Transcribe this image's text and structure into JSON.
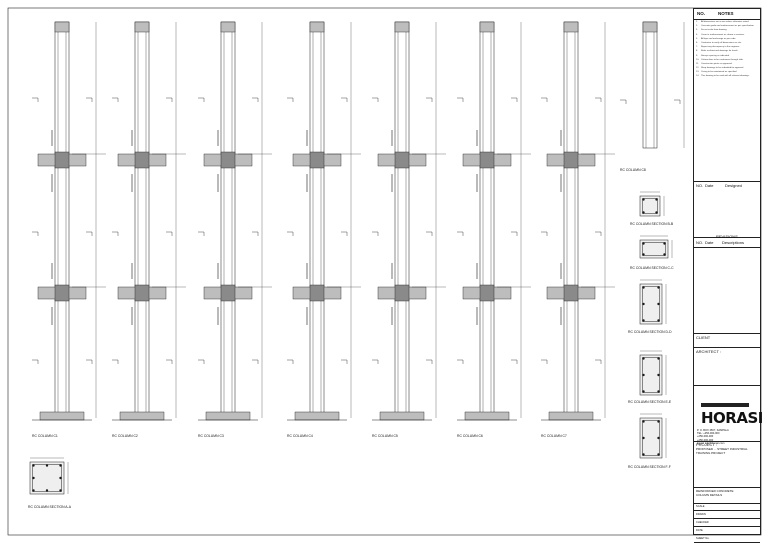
{
  "title_block": {
    "notes_header_no": "NO.",
    "notes_header": "NOTES",
    "notes": [
      "All dimensions are in mm unless otherwise noted.",
      "Concrete grade and reinforcement as per specification.",
      "Do not scale from drawing.",
      "Cover to reinforcement as shown in sections.",
      "All laps and anchorage as per code.",
      "Contractor to verify all dimensions on site.",
      "Report any discrepancy to the engineer.",
      "Refer architectural drawings for levels.",
      "Stirrups spacing as indicated.",
      "Column bars to be continuous through slab.",
      "Construction joints as approved.",
      "Shop drawings to be submitted for approval.",
      "Curing to be maintained as specified.",
      "This drawing to be read with all relevant drawings."
    ],
    "designed_no": "NO.",
    "designed_date": "Date",
    "designed_label": "Designed",
    "revisions_title": "REVISIONS",
    "rev_no": "NO.",
    "rev_date": "Date",
    "rev_desc": "Descriptions",
    "client_label": "CLIENT",
    "architect_label": "ARCHITECT :",
    "logo": "HORASI",
    "firm_lines": [
      "P. O. BOX 4567, KAMPALA",
      "TEL: +256-000-000",
      "+256-000-000",
      "+256-000-000",
      "Email: info@horasi.com"
    ],
    "project_label": "PROJECT :",
    "project_lines": [
      "PROPOSED ... STREET INDUSTRIAL",
      "TRAINING PROJECT"
    ],
    "drawing_lines": [
      "REINFORCED CONCRETE",
      "COLUMN DETAILS"
    ],
    "sheet_rows": [
      "SCALE",
      "DRAWN",
      "CHECKED",
      "DATE",
      "SHEET No."
    ]
  },
  "columns": [
    {
      "label": "RC COLUMN C1"
    },
    {
      "label": "RC COLUMN C2"
    },
    {
      "label": "RC COLUMN C3"
    },
    {
      "label": "RC COLUMN C4"
    },
    {
      "label": "RC COLUMN C5"
    },
    {
      "label": "RC COLUMN C6"
    },
    {
      "label": "RC COLUMN C7"
    },
    {
      "label": "RC COLUMN C8"
    }
  ],
  "sections": [
    {
      "label": "RC COLUMN SECTION A-A"
    },
    {
      "label": "RC COLUMN SECTION B-B"
    },
    {
      "label": "RC COLUMN SECTION C-C"
    },
    {
      "label": "RC COLUMN SECTION D-D"
    },
    {
      "label": "RC COLUMN SECTION E-E"
    },
    {
      "label": "RC COLUMN SECTION F-F"
    }
  ],
  "colors": {
    "line": "#1a1a1a",
    "hatch": "#7a7a7a",
    "slab": "#bdbdbd"
  }
}
